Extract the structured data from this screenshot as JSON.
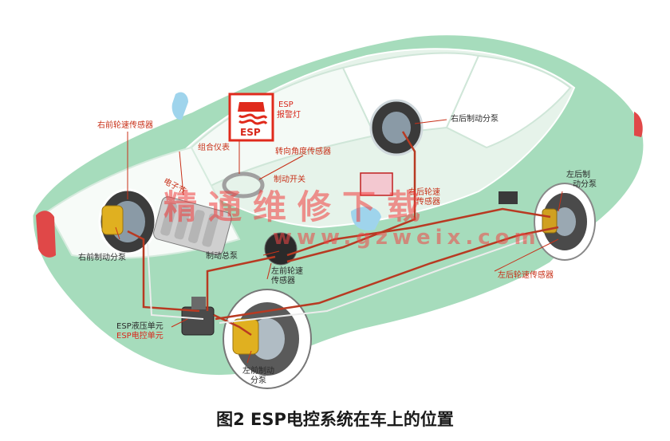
{
  "caption": "图2 ESP电控系统在车上的位置",
  "warning_lamp": {
    "badge": "ESP",
    "label_line1": "ESP",
    "label_line2": "报警灯"
  },
  "labels": {
    "rf_speed_sensor": "右前轮速传感器",
    "combo_meter": "组合仪表",
    "steering_angle_sensor": "转向角度传感器",
    "ecu_partial": "电子节",
    "brake_switch": "制动开关",
    "rr_caliper": "右后制动分泵",
    "rr_speed_sensor_l1": "右后轮速",
    "rr_speed_sensor_l2": "传感器",
    "lr_caliper_l1": "左后制",
    "lr_caliper_l2": "动分泵",
    "lr_speed_sensor": "左后轮速传感器",
    "rf_caliper": "右前制动分泵",
    "master_cylinder": "制动总泵",
    "lf_speed_sensor_l1": "左前轮速",
    "lf_speed_sensor_l2": "传感器",
    "hydraulic_unit": "ESP液压单元",
    "esp_ecu": "ESP电控单元",
    "lf_caliper_l1": "左前制动",
    "lf_caliper_l2": "分泵"
  },
  "watermark": {
    "text": "精通维修下载",
    "url": "www.gzweix.com"
  },
  "colors": {
    "body": "#a6dcbc",
    "body_dark": "#7cc49a",
    "outline": "#ffffff",
    "brake_line": "#b83a22",
    "label": "#c83018",
    "lamp_red": "#e02a1c"
  }
}
